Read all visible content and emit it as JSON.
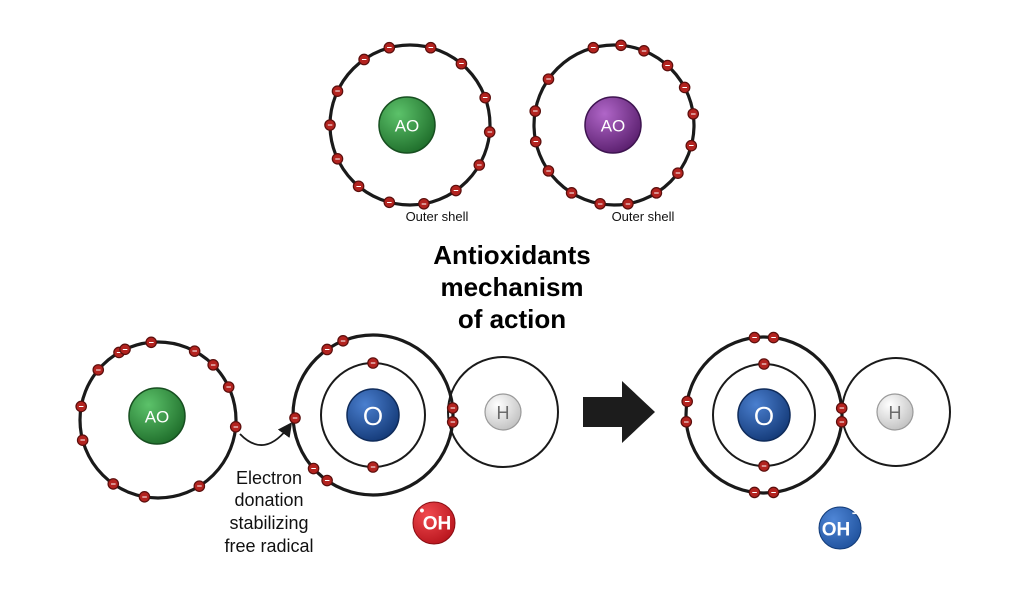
{
  "title": [
    "Antioxidants",
    "mechanism",
    "of action"
  ],
  "top_atoms": [
    {
      "label": "AO",
      "caption": "Outer shell",
      "color": "#2e8b3a"
    },
    {
      "label": "AO",
      "caption": "Outer shell",
      "color": "#7a2d8f"
    }
  ],
  "donor_atom": {
    "label": "AO",
    "color": "#2e8b3a"
  },
  "annotation": [
    "Electron",
    "donation",
    "stabilizing",
    "free radical"
  ],
  "radical": {
    "oxygen_label": "O",
    "hydrogen_label": "H",
    "badge_dot": "•",
    "badge_text": "OH",
    "badge_color": "#d91f26"
  },
  "product": {
    "oxygen_label": "O",
    "hydrogen_label": "H",
    "badge_text": "OH",
    "badge_sup": "−",
    "badge_color": "#2a64b4"
  },
  "colors": {
    "electron": "#b3231f",
    "oxygen": "#1f4f98",
    "hydrogen": "#e2e2e2",
    "arrow": "#1c1c1c"
  }
}
